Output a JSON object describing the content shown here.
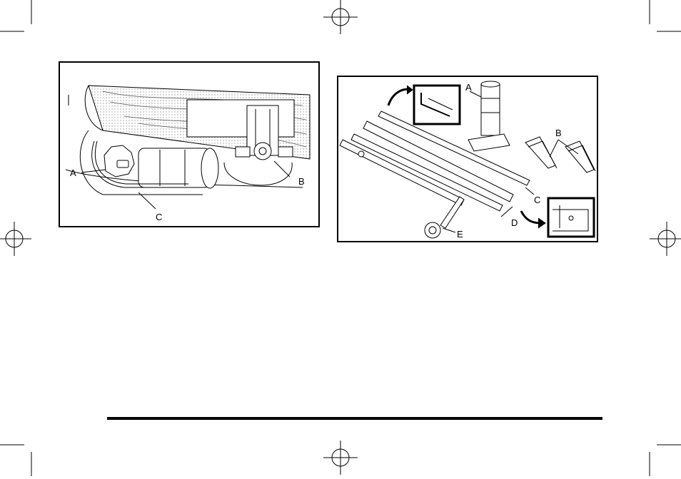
{
  "figure_left": {
    "callouts": {
      "a": "A",
      "b": "B",
      "c": "C"
    }
  },
  "figure_right": {
    "callouts": {
      "a": "A",
      "b": "B",
      "c": "C",
      "d": "D",
      "e": "E"
    }
  }
}
